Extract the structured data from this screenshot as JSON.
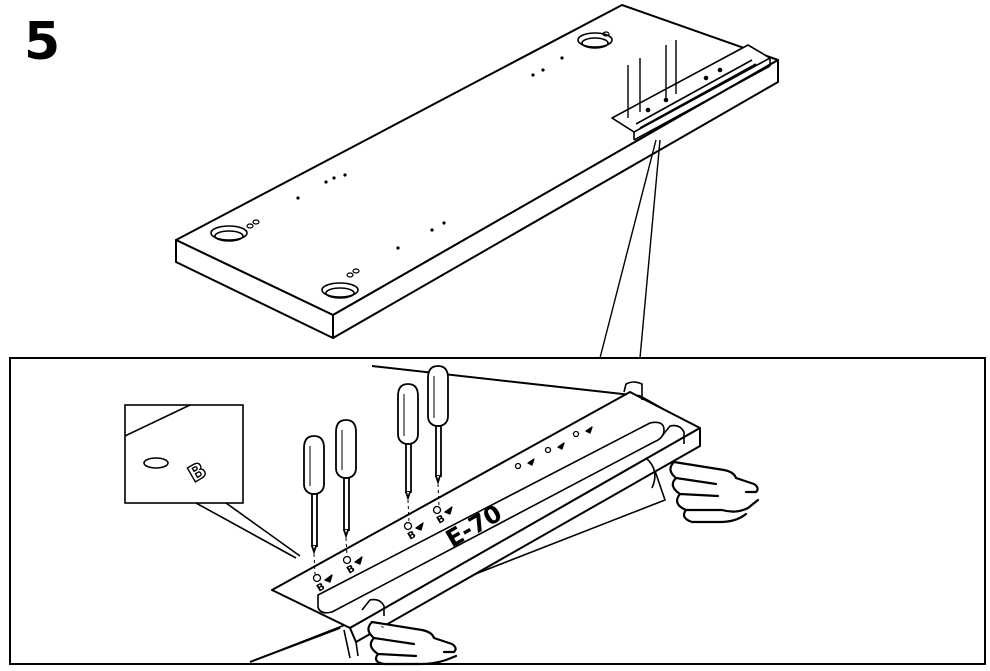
{
  "step": {
    "number": "5"
  },
  "bracket": {
    "label": "E-70",
    "screw_labels": [
      "B",
      "B",
      "B",
      "B"
    ]
  },
  "inset": {
    "hole_label": "B"
  },
  "colors": {
    "ink": "#000000",
    "paper": "#ffffff",
    "shade": "#e6e6e6"
  },
  "icons": {
    "tool": "screwdriver-icon",
    "hand": "pointing-hand-icon"
  }
}
